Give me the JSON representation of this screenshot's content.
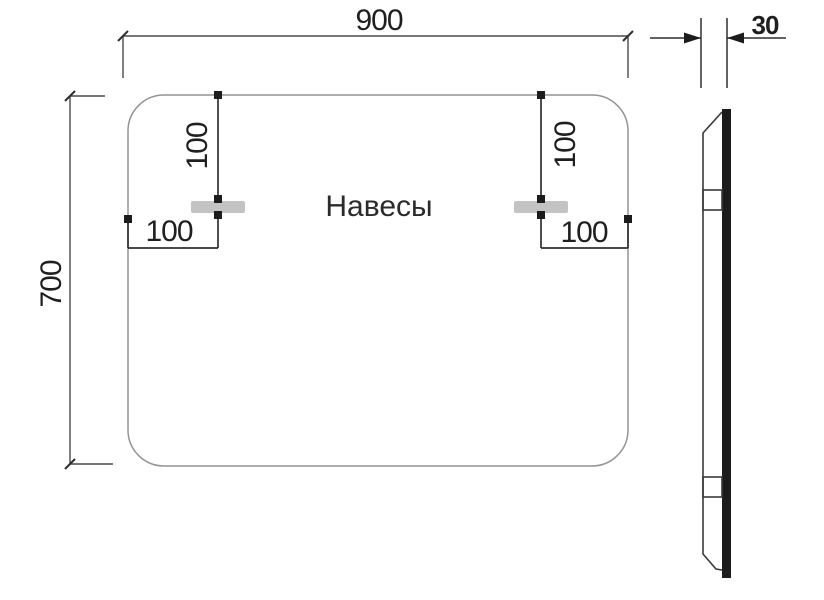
{
  "front_view": {
    "width_dim": "900",
    "height_dim": "700",
    "hangers_label": "Навесы",
    "left_hanger": {
      "top_offset": "100",
      "side_offset": "100"
    },
    "right_hanger": {
      "top_offset": "100",
      "side_offset": "100"
    }
  },
  "side_view": {
    "thickness_dim": "30"
  },
  "colors": {
    "line": "#4a4a4a",
    "dark-line": "#2f2f2f",
    "outline": "#949494",
    "text": "#1f1f1f",
    "bracket": "#c3c3c3",
    "glass": "#1c1c1c",
    "bg": "#ffffff"
  }
}
